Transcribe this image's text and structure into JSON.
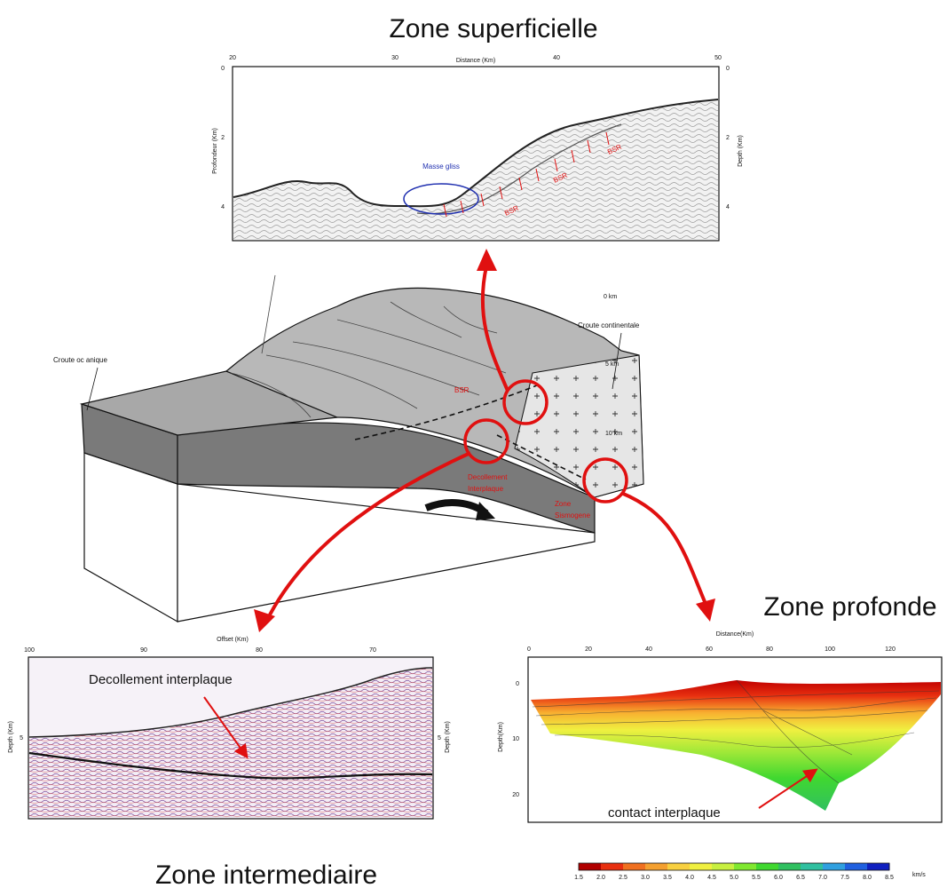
{
  "titles": {
    "superficielle": "Zone superficielle",
    "profonde": "Zone profonde",
    "intermediaire": "Zone intermediaire"
  },
  "top_panel": {
    "x_label": "Distance (Km)",
    "x_ticks": [
      "20",
      "30",
      "40",
      "50"
    ],
    "y_left_label": "Profondeur (Km)",
    "y_right_label": "Depth (Km)",
    "y_ticks": [
      "0",
      "2",
      "4"
    ],
    "masse_label": "Masse gliss",
    "bsr_labels": [
      "BSR",
      "BSR",
      "BSR"
    ]
  },
  "block_diagram": {
    "croute_oceanique": "Croute oc anique",
    "croute_continentale": "Croute continentale",
    "depth_0": "0 km",
    "depth_5": "5 km",
    "depth_10": "10 km",
    "bsr": "BSR",
    "decollement": "Decollement\nInterplaque",
    "zone_sismogene": "Zone\nSismogene"
  },
  "left_panel": {
    "x_label": "Offset (Km)",
    "x_ticks": [
      "100",
      "90",
      "80",
      "70"
    ],
    "y_label": "Depth (Km)",
    "y_tick": "5",
    "annotation": "Decollement interplaque"
  },
  "right_panel": {
    "x_label": "Distance(Km)",
    "x_ticks": [
      "0",
      "20",
      "40",
      "60",
      "80",
      "100",
      "120"
    ],
    "y_label": "Depth(Km)",
    "y_ticks": [
      "0",
      "10",
      "20"
    ],
    "annotation": "contact interplaque"
  },
  "colorbar": {
    "ticks": [
      "1.5",
      "2.0",
      "2.5",
      "3.0",
      "3.5",
      "4.0",
      "4.5",
      "5.0",
      "5.5",
      "6.0",
      "6.5",
      "7.0",
      "7.5",
      "8.0",
      "8.5"
    ],
    "unit": "km/s",
    "colors": [
      "#b00000",
      "#e83010",
      "#f07020",
      "#f4a030",
      "#f8d040",
      "#f0f040",
      "#c8f040",
      "#80e830",
      "#40d830",
      "#30c060",
      "#30c0a0",
      "#30a0e0",
      "#2060e0",
      "#1020c0"
    ]
  },
  "colors": {
    "accent_red": "#e01010",
    "ellipse_blue": "#2030b0",
    "block_top_gray": "#b8b8b8",
    "block_side_dark": "#7a7a7a"
  }
}
